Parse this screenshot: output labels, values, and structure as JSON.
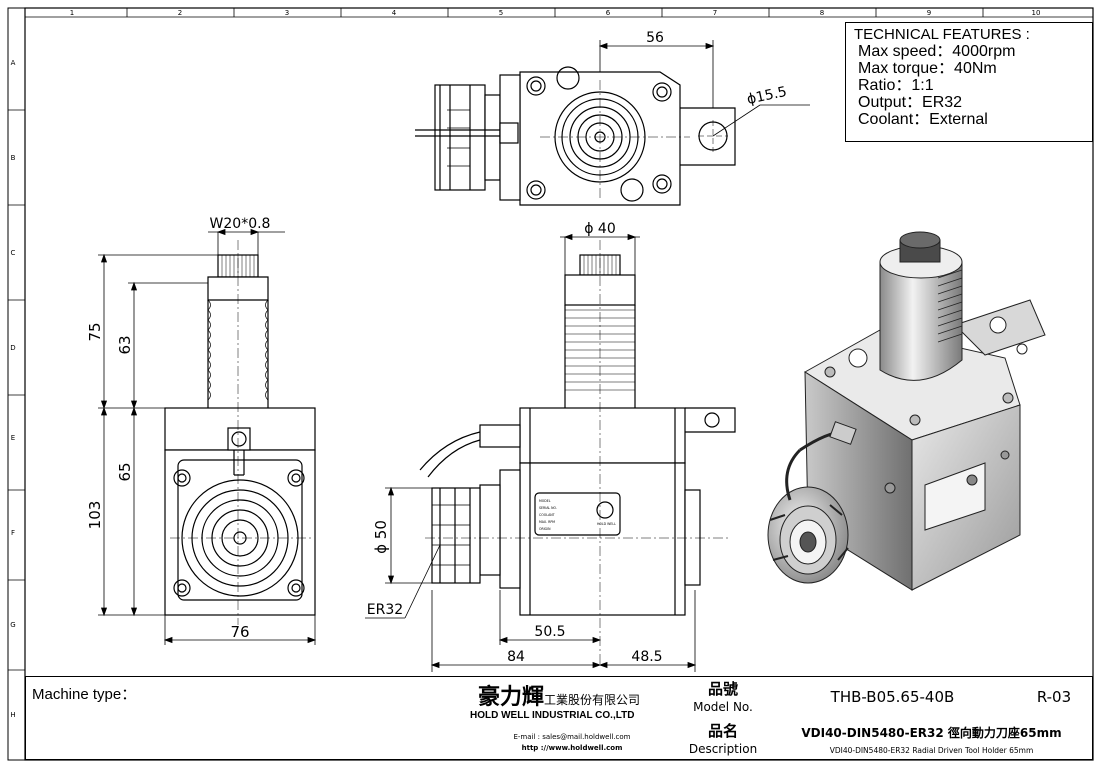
{
  "zone_columns": [
    "1",
    "2",
    "3",
    "4",
    "5",
    "6",
    "7",
    "8",
    "9",
    "10"
  ],
  "zone_rows": [
    "A",
    "B",
    "C",
    "D",
    "E",
    "F",
    "G",
    "H"
  ],
  "technical_features": {
    "title": "TECHNICAL FEATURES :",
    "lines": [
      "Max speed：4000rpm",
      "Max torque：40Nm",
      "Ratio：1:1",
      "Output：ER32",
      "Coolant：External"
    ]
  },
  "dimensions": {
    "top_width": "56",
    "top_hole": "ϕ15.5",
    "thread": "W20*0.8",
    "diameter_40": "ϕ 40",
    "left_75": "75",
    "left_63": "63",
    "left_65": "65",
    "left_103": "103",
    "bottom_76": "76",
    "diameter_50": "ϕ 50",
    "collet": "ER32",
    "dim_50_5": "50.5",
    "dim_84": "84",
    "dim_48_5": "48.5"
  },
  "nameplate_lines": [
    "MODEL",
    "SERIAL NO.",
    "COOLANT",
    "MAX. RPM",
    "ORIGIN"
  ],
  "nameplate_brand": "HOLD WELL",
  "title_block": {
    "machine_type_label": "Machine type：",
    "company_name_cn": "豪力輝",
    "company_suffix_cn": "工業股份有限公司",
    "company_name_en": "HOLD WELL INDUSTRIAL CO.,LTD",
    "email": "E-mail : sales@mail.holdwell.com",
    "website": "http ://www.holdwell.com",
    "model_label_cn": "品號",
    "model_label_en": "Model No.",
    "model_no": "THB-B05.65-40B",
    "revision": "R-03",
    "desc_label_cn": "品名",
    "desc_label_en": "Description",
    "description_main": "VDI40-DIN5480-ER32 徑向動力刀座65mm",
    "description_sub": "VDI40-DIN5480-ER32 Radial Driven Tool Holder 65mm"
  },
  "colors": {
    "line": "#000000",
    "paper": "#ffffff",
    "render_dark": "#3a3a3a"
  }
}
